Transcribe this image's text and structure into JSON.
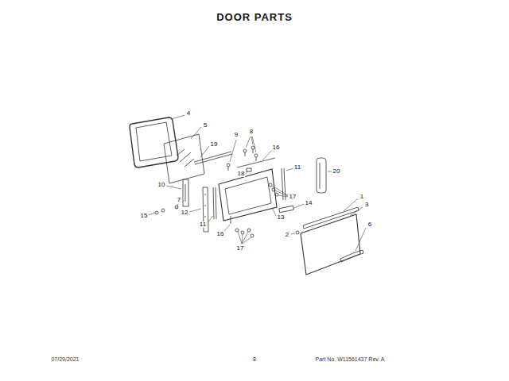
{
  "diagram": {
    "title": "DOOR PARTS",
    "labels": [
      "4",
      "5",
      "19",
      "9",
      "8",
      "16",
      "18",
      "11",
      "20",
      "10",
      "17",
      "14",
      "1",
      "3",
      "7",
      "15",
      "12",
      "11",
      "13",
      "16",
      "2",
      "6",
      "17",
      "07/29/2021",
      "8",
      "Part No. W11561437 Rev. A"
    ]
  }
}
